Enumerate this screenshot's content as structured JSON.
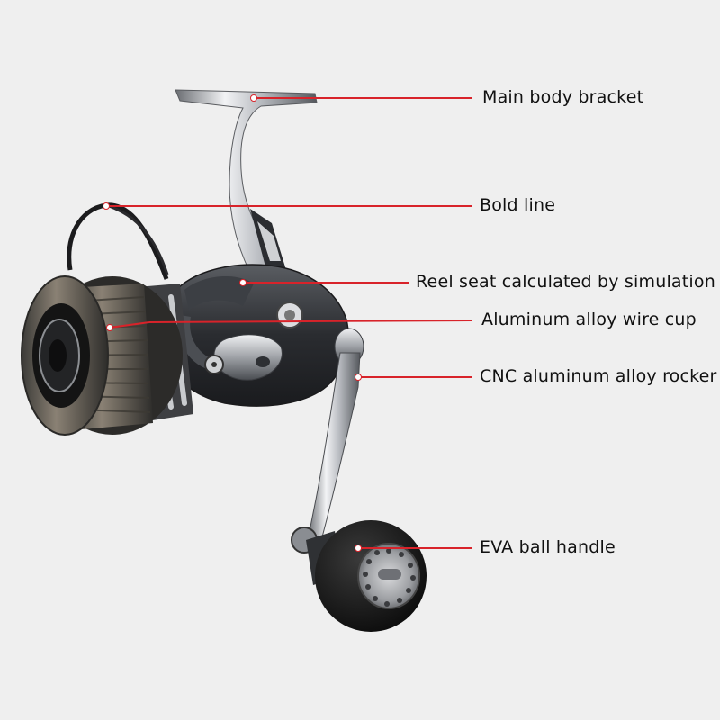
{
  "colors": {
    "background": "#efefef",
    "leader_line": "#d8232a",
    "leader_dot": "#ffffff",
    "text": "#111111"
  },
  "callouts": [
    {
      "key": "main_body_bracket",
      "label": "Main body bracket"
    },
    {
      "key": "bold_line",
      "label": "Bold line"
    },
    {
      "key": "reel_seat",
      "label": "Reel seat calculated by simulation"
    },
    {
      "key": "wire_cup",
      "label": "Aluminum alloy wire cup"
    },
    {
      "key": "rocker",
      "label": "CNC aluminum alloy rocker"
    },
    {
      "key": "eva_handle",
      "label": "EVA ball handle"
    }
  ]
}
